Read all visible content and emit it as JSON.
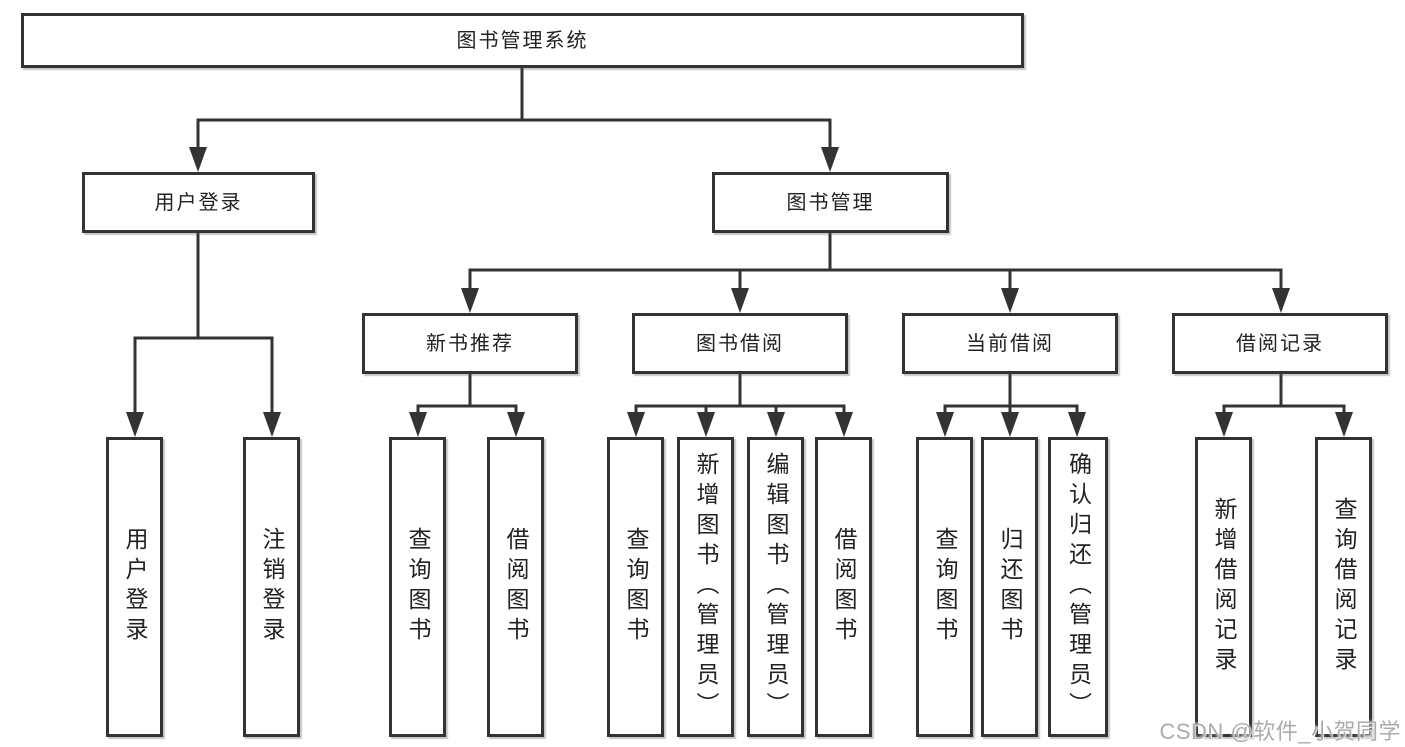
{
  "hierarchy": {
    "label": "图书管理系统",
    "children": [
      {
        "label": "用户登录",
        "children": [
          {
            "label": "用户登录"
          },
          {
            "label": "注销登录"
          }
        ]
      },
      {
        "label": "图书管理",
        "children": [
          {
            "label": "新书推荐",
            "children": [
              {
                "label": "查询图书"
              },
              {
                "label": "借阅图书"
              }
            ]
          },
          {
            "label": "图书借阅",
            "children": [
              {
                "label": "查询图书"
              },
              {
                "label": "新增图书（管理员）"
              },
              {
                "label": "编辑图书（管理员）"
              },
              {
                "label": "借阅图书"
              }
            ]
          },
          {
            "label": "当前借阅",
            "children": [
              {
                "label": "查询图书"
              },
              {
                "label": "归还图书"
              },
              {
                "label": "确认归还（管理员）"
              }
            ]
          },
          {
            "label": "借阅记录",
            "children": [
              {
                "label": "新增借阅记录"
              },
              {
                "label": "查询借阅记录"
              }
            ]
          }
        ]
      }
    ]
  },
  "watermark": {
    "text": "CSDN @软件_小贺同学"
  },
  "colors": {
    "background": "#ffffff",
    "line": "#333333",
    "box_border": "#333333",
    "text": "#222222",
    "watermark": "#ababab"
  }
}
